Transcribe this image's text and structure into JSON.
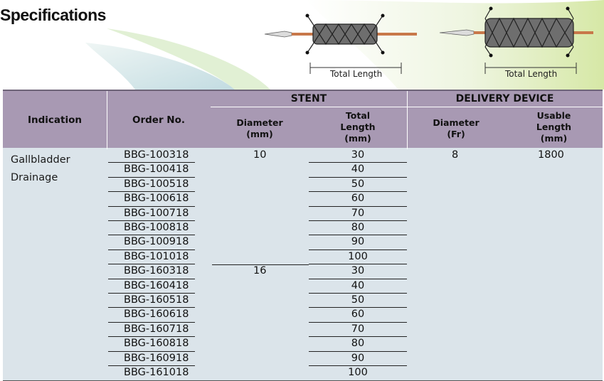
{
  "title": "Specifications",
  "dimension_label": "Total Length",
  "table": {
    "group_stent": "STENT",
    "group_delivery": "DELIVERY DEVICE",
    "col_indication": "Indication",
    "col_order": "Order No.",
    "col_diameter_line1": "Diameter",
    "col_diameter_line2": "(mm)",
    "col_total_line1": "Total",
    "col_total_line2": "Length",
    "col_total_line3": "(mm)",
    "col_dd_diameter_line1": "Diameter",
    "col_dd_diameter_line2": "(Fr)",
    "col_usable_line1": "Usable",
    "col_usable_line2": "Length",
    "col_usable_line3": "(mm)",
    "indication_line1": "Gallbladder",
    "indication_line2": "Drainage",
    "diameter_group1": "10",
    "diameter_group2": "16",
    "dd_diameter": "8",
    "usable_length": "1800",
    "rows": [
      {
        "order": "BBG-100318",
        "length": "30"
      },
      {
        "order": "BBG-100418",
        "length": "40"
      },
      {
        "order": "BBG-100518",
        "length": "50"
      },
      {
        "order": "BBG-100618",
        "length": "60"
      },
      {
        "order": "BBG-100718",
        "length": "70"
      },
      {
        "order": "BBG-100818",
        "length": "80"
      },
      {
        "order": "BBG-100918",
        "length": "90"
      },
      {
        "order": "BBG-101018",
        "length": "100"
      },
      {
        "order": "BBG-160318",
        "length": "30"
      },
      {
        "order": "BBG-160418",
        "length": "40"
      },
      {
        "order": "BBG-160518",
        "length": "50"
      },
      {
        "order": "BBG-160618",
        "length": "60"
      },
      {
        "order": "BBG-160718",
        "length": "70"
      },
      {
        "order": "BBG-160818",
        "length": "80"
      },
      {
        "order": "BBG-160918",
        "length": "90"
      },
      {
        "order": "BBG-161018",
        "length": "100"
      }
    ]
  },
  "colors": {
    "header_purple": "#a899b3",
    "body_blue": "#dbe4ea",
    "wave_green": "#c8dc8a",
    "wave_blue": "#b9d5dc"
  }
}
